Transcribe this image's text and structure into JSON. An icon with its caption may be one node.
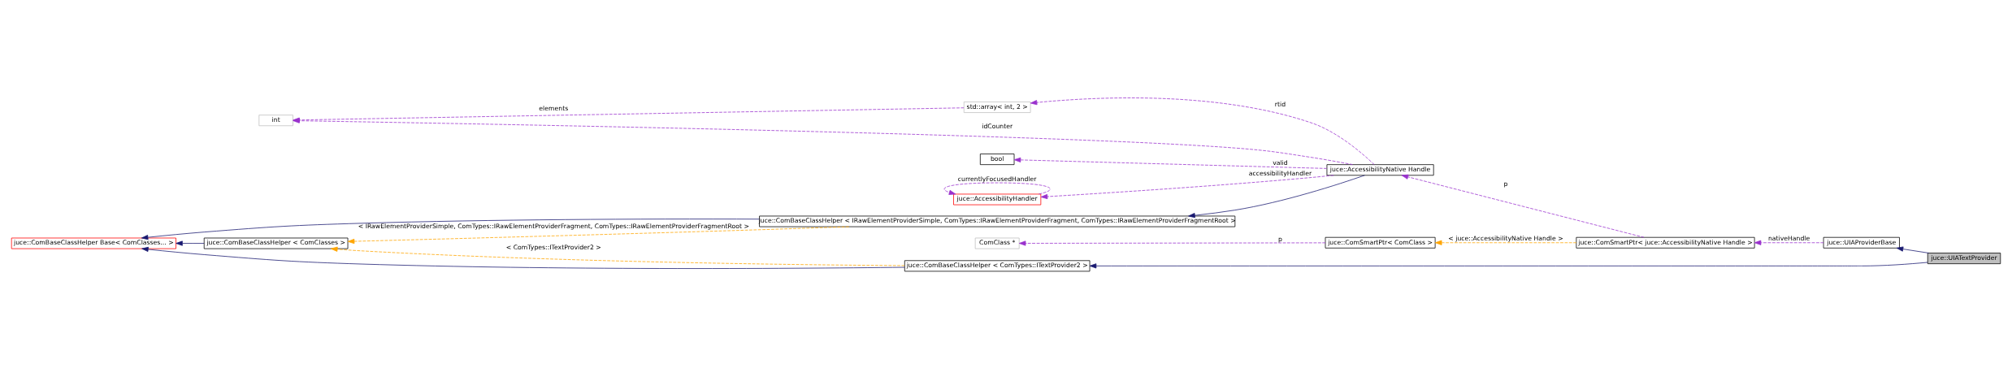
{
  "diagram": {
    "nodes": [
      {
        "text": [
          "juce::UIATextProvider"
        ]
      },
      {
        "text": [
          "juce::UIAProviderBase"
        ]
      },
      {
        "text": [
          "juce::ComSmartPtr< juce::AccessibilityNative Handle >"
        ]
      },
      {
        "text": [
          "juce::ComSmartPtr< ComClass >"
        ]
      },
      {
        "text": [
          "ComClass *"
        ]
      },
      {
        "text": [
          "juce::AccessibilityNative Handle"
        ]
      },
      {
        "text": [
          "bool"
        ]
      },
      {
        "text": [
          "juce::AccessibilityHandler"
        ]
      },
      {
        "text": [
          "int"
        ]
      },
      {
        "text": [
          "std::array< int, 2 >"
        ]
      },
      {
        "text": [
          "juce::ComBaseClassHelper < IRawElementProviderSimple, ComTypes::IRawElementProviderFragment, ComTypes::IRawElementProviderFragmentRoot >"
        ]
      },
      {
        "text": [
          "juce::ComBaseClassHelper < ComTypes::ITextProvider2 >"
        ]
      },
      {
        "text": [
          "juce::ComBaseClassHelper < ComClasses >"
        ]
      },
      {
        "text": [
          "juce::ComBaseClassHelper Base< ComClasses... >"
        ]
      }
    ],
    "edges": [
      {
        "from": 0,
        "to": 1,
        "arrow": "to",
        "color": "#191970"
      },
      {
        "from": 0,
        "to": 11,
        "arrow": "to",
        "color": "#191970"
      },
      {
        "from": 1,
        "to": 2,
        "arrow": "to",
        "label": "nativeHandle",
        "style": "dashed"
      },
      {
        "from": 2,
        "to": 3,
        "arrow": "to",
        "label": "< juce::AccessibilityNative Handle >",
        "style": "dashed",
        "color": "#ffa500"
      },
      {
        "from": 2,
        "to": 5,
        "arrow": "to",
        "label": "p",
        "style": "dashed"
      },
      {
        "from": 3,
        "to": 4,
        "arrow": "to",
        "label": "p",
        "style": "dashed"
      },
      {
        "from": 5,
        "to": 10,
        "arrow": "to",
        "color": "#191970"
      },
      {
        "from": 5,
        "to": 6,
        "arrow": "to",
        "label": "valid",
        "style": "dashed"
      },
      {
        "from": 5,
        "to": 7,
        "arrow": "to",
        "label": "accessibilityHandler",
        "style": "dashed"
      },
      {
        "from": 5,
        "to": 8,
        "arrow": "to",
        "label": "idCounter",
        "style": "dashed"
      },
      {
        "from": 5,
        "to": 9,
        "arrow": "to",
        "label": "rtid",
        "style": "dashed"
      },
      {
        "from": 7,
        "to": 7,
        "arrow": "to",
        "label": "currentlyFocusedHandler",
        "style": "dashed"
      },
      {
        "from": 9,
        "to": 8,
        "arrow": "to",
        "label": "elements",
        "style": "dashed"
      },
      {
        "from": 10,
        "to": 13,
        "arrow": "to",
        "color": "#191970"
      },
      {
        "from": 10,
        "to": 12,
        "arrow": "to",
        "label": "< IRawElementProviderSimple, ComTypes::IRawElementProviderFragment, ComTypes::IRawElementProviderFragmentRoot >",
        "style": "dashed",
        "color": "#ffa500"
      },
      {
        "from": 11,
        "to": 12,
        "arrow": "to",
        "label": "< ComTypes::ITextProvider2 >",
        "style": "dashed",
        "color": "#ffa500"
      },
      {
        "from": 11,
        "to": 13,
        "arrow": "to",
        "color": "#191970"
      },
      {
        "from": 12,
        "to": 13,
        "arrow": "to",
        "color": "#191970"
      }
    ]
  }
}
